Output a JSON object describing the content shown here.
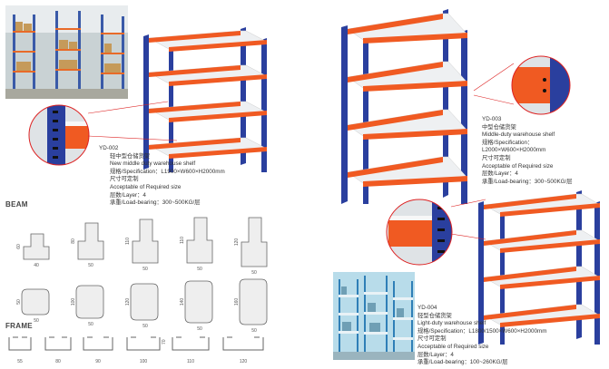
{
  "products": [
    {
      "model": "YD-002",
      "name_cn": "轻中型仓储货架",
      "name_en": "New middle duty warehouse shelf",
      "spec": "规格/Specification：L1900×W600×H2000mm",
      "custom_cn": "尺寸可定制",
      "custom_en": "Acceptable of Required size",
      "layers": "层数/Layer：4",
      "load": "承重/Load-bearing：300~500KG/层"
    },
    {
      "model": "YD-003",
      "name_cn": "中型仓储货架",
      "name_en": "Middle-duty warehouse shelf",
      "spec_label": "规格/Specification：",
      "spec": "L2000×W600×H2000mm",
      "custom_cn": "尺寸可定制",
      "custom_en": "Acceptable of Required size",
      "layers": "层数/Layer：4",
      "load": "承重/Load-bearing：300~500KG/层"
    },
    {
      "model": "YD-004",
      "name_cn": "轻型仓储货架",
      "name_en": "Light-duty warehouse shelf",
      "spec": "规格/Specification：L1800/1500×W600×H2000mm",
      "custom_cn": "尺寸可定制",
      "custom_en": "Acceptable of Required size",
      "layers": "层数/Layer：4",
      "load": "承重/Load-bearing：100~260KG/层"
    }
  ],
  "sections": {
    "beam": "BEAM",
    "frame": "FRAME"
  },
  "beam_dims": {
    "row1_widths": [
      "40",
      "50",
      "50",
      "50",
      "50"
    ],
    "row1_heights": [
      "60",
      "80",
      "110",
      "110",
      "120"
    ],
    "row2_widths": [
      "50",
      "50",
      "50",
      "50",
      "50"
    ],
    "row2_heights": [
      "50",
      "100",
      "120",
      "140",
      "160"
    ]
  },
  "frame_dims": {
    "widths": [
      "55",
      "80",
      "90",
      "100",
      "110",
      "120"
    ],
    "heights": [
      "",
      "",
      "",
      "70",
      "",
      ""
    ]
  },
  "colors": {
    "upright": "#2a3f9e",
    "beam": "#f05a22",
    "deck": "#eef0f2"
  }
}
